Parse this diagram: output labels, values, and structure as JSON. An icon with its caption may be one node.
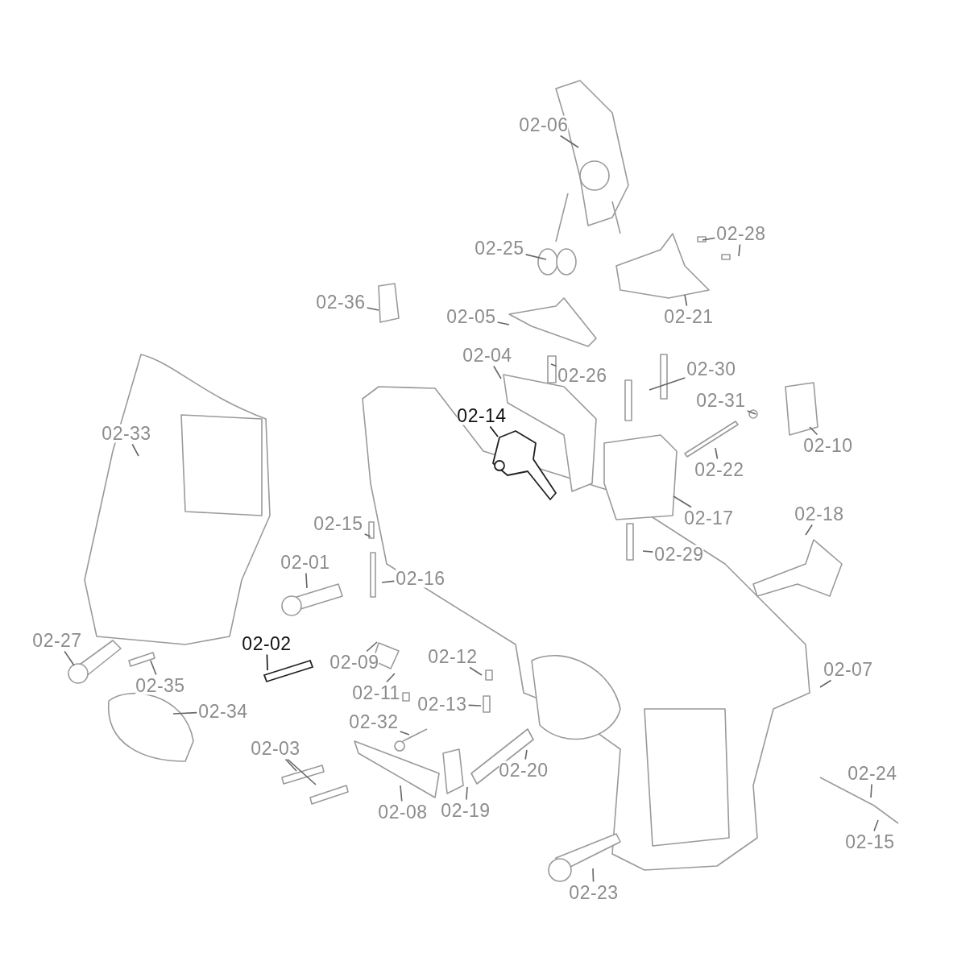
{
  "diagram": {
    "nodes": [
      {
        "text": [
          "02-06"
        ]
      },
      {
        "text": [
          "02-25"
        ]
      },
      {
        "text": [
          "02-28"
        ]
      },
      {
        "text": [
          "02-36"
        ]
      },
      {
        "text": [
          "02-21"
        ]
      },
      {
        "text": [
          "02-05"
        ]
      },
      {
        "text": [
          "02-04"
        ]
      },
      {
        "text": [
          "02-26"
        ]
      },
      {
        "text": [
          "02-30"
        ]
      },
      {
        "text": [
          "02-31"
        ]
      },
      {
        "text": [
          "02-14"
        ]
      },
      {
        "text": [
          "02-10"
        ]
      },
      {
        "text": [
          "02-22"
        ]
      },
      {
        "text": [
          "02-17"
        ]
      },
      {
        "text": [
          "02-18"
        ]
      },
      {
        "text": [
          "02-15"
        ]
      },
      {
        "text": [
          "02-29"
        ]
      },
      {
        "text": [
          "02-01"
        ]
      },
      {
        "text": [
          "02-16"
        ]
      },
      {
        "text": [
          "02-27"
        ]
      },
      {
        "text": [
          "02-02"
        ]
      },
      {
        "text": [
          "02-09"
        ]
      },
      {
        "text": [
          "02-12"
        ]
      },
      {
        "text": [
          "02-35"
        ]
      },
      {
        "text": [
          "02-11"
        ]
      },
      {
        "text": [
          "02-07"
        ]
      },
      {
        "text": [
          "02-34"
        ]
      },
      {
        "text": [
          "02-13"
        ]
      },
      {
        "text": [
          "02-32"
        ]
      },
      {
        "text": [
          "02-03"
        ]
      },
      {
        "text": [
          "02-20"
        ]
      },
      {
        "text": [
          "02-24"
        ]
      },
      {
        "text": [
          "02-08"
        ]
      },
      {
        "text": [
          "02-19"
        ]
      },
      {
        "text": [
          "02-15"
        ]
      },
      {
        "text": [
          "02-23"
        ]
      },
      {
        "text": [
          "02-33"
        ]
      }
    ],
    "edges": [
      {
        "from": 0,
        "to": null,
        "arrow": "none"
      },
      {
        "from": 1,
        "to": null,
        "arrow": "none"
      },
      {
        "from": 2,
        "to": null,
        "arrow": "none"
      },
      {
        "from": 2,
        "to": null,
        "arrow": "none"
      },
      {
        "from": 3,
        "to": null,
        "arrow": "none"
      },
      {
        "from": 4,
        "to": null,
        "arrow": "none"
      },
      {
        "from": 5,
        "to": null,
        "arrow": "none"
      },
      {
        "from": 6,
        "to": null,
        "arrow": "none"
      },
      {
        "from": 7,
        "to": null,
        "arrow": "none"
      },
      {
        "from": 8,
        "to": null,
        "arrow": "none"
      },
      {
        "from": 9,
        "to": null,
        "arrow": "none"
      },
      {
        "from": 10,
        "to": null,
        "arrow": "none"
      },
      {
        "from": 11,
        "to": null,
        "arrow": "none"
      },
      {
        "from": 12,
        "to": null,
        "arrow": "none"
      },
      {
        "from": 13,
        "to": null,
        "arrow": "none"
      },
      {
        "from": 14,
        "to": null,
        "arrow": "none"
      },
      {
        "from": 15,
        "to": null,
        "arrow": "none"
      },
      {
        "from": 16,
        "to": null,
        "arrow": "none"
      },
      {
        "from": 17,
        "to": null,
        "arrow": "none"
      },
      {
        "from": 18,
        "to": null,
        "arrow": "none"
      },
      {
        "from": 19,
        "to": null,
        "arrow": "none"
      },
      {
        "from": 20,
        "to": null,
        "arrow": "none"
      },
      {
        "from": 21,
        "to": null,
        "arrow": "none"
      },
      {
        "from": 22,
        "to": null,
        "arrow": "none"
      },
      {
        "from": 23,
        "to": null,
        "arrow": "none"
      },
      {
        "from": 24,
        "to": null,
        "arrow": "none"
      },
      {
        "from": 25,
        "to": null,
        "arrow": "none"
      },
      {
        "from": 26,
        "to": null,
        "arrow": "none"
      },
      {
        "from": 27,
        "to": null,
        "arrow": "none"
      },
      {
        "from": 28,
        "to": null,
        "arrow": "none"
      },
      {
        "from": 29,
        "to": null,
        "arrow": "none"
      },
      {
        "from": 29,
        "to": null,
        "arrow": "none"
      },
      {
        "from": 30,
        "to": null,
        "arrow": "none"
      },
      {
        "from": 31,
        "to": null,
        "arrow": "none"
      },
      {
        "from": 32,
        "to": null,
        "arrow": "none"
      },
      {
        "from": 33,
        "to": null,
        "arrow": "none"
      },
      {
        "from": 34,
        "to": null,
        "arrow": "none"
      },
      {
        "from": 35,
        "to": null,
        "arrow": "none"
      },
      {
        "from": 36,
        "to": null,
        "arrow": "none"
      }
    ]
  }
}
